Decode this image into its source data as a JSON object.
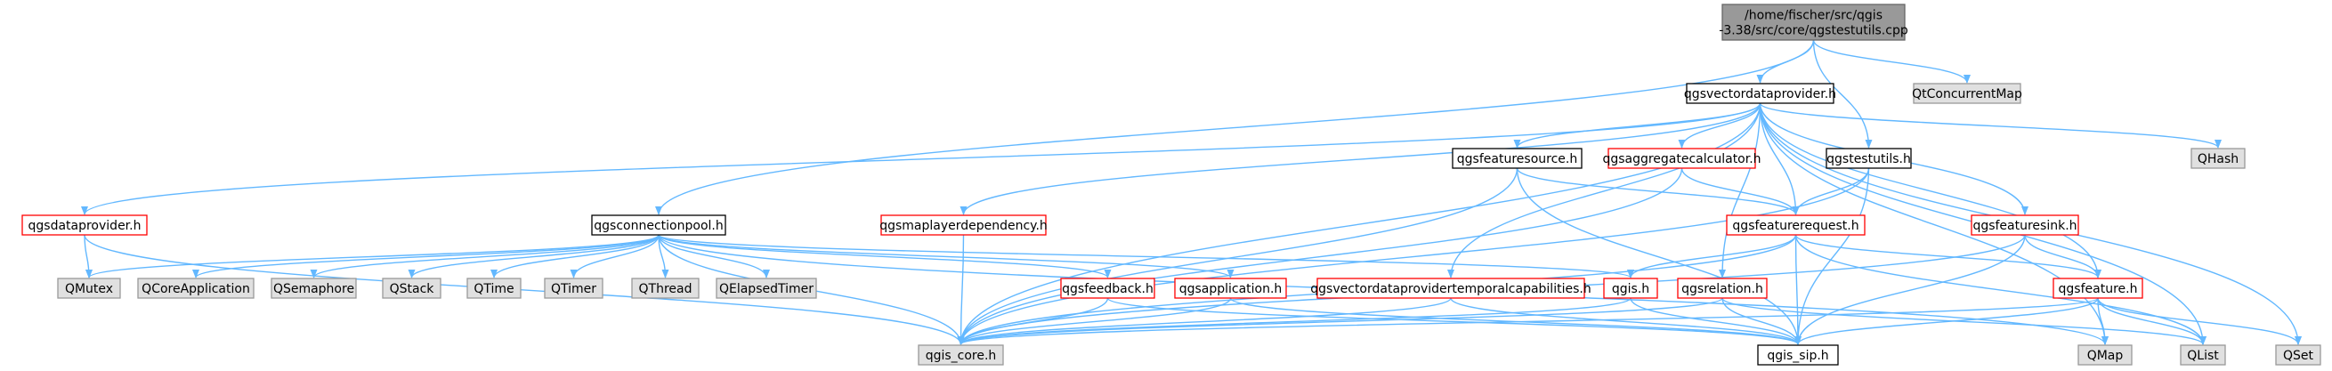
{
  "colors": {
    "edge": "#63b8ff",
    "root_fill": "#999999",
    "root_stroke": "#666666",
    "documented_fill": "#ffffff",
    "documented_stroke": "#000000",
    "incomplete_stroke": "#ff0000",
    "external_fill": "#e0e0e0",
    "external_stroke": "#999999"
  },
  "nodes": [
    {
      "id": "root",
      "lines": [
        "/home/fischer/src/qgis",
        "-3.38/src/core/qgstestutils.cpp"
      ],
      "kind": "root"
    },
    {
      "id": "qgsvectordataprovider",
      "lines": [
        "qgsvectordataprovider.h"
      ],
      "kind": "documented"
    },
    {
      "id": "qtconcurrentmap",
      "lines": [
        "QtConcurrentMap"
      ],
      "kind": "external"
    },
    {
      "id": "qgstestutils",
      "lines": [
        "qgstestutils.h"
      ],
      "kind": "documented"
    },
    {
      "id": "qgsfeaturesource",
      "lines": [
        "qgsfeaturesource.h"
      ],
      "kind": "documented"
    },
    {
      "id": "qgsaggregatecalculator",
      "lines": [
        "qgsaggregatecalculator.h"
      ],
      "kind": "incomplete"
    },
    {
      "id": "qhash",
      "lines": [
        "QHash"
      ],
      "kind": "external"
    },
    {
      "id": "qgsdataprovider",
      "lines": [
        "qgsdataprovider.h"
      ],
      "kind": "incomplete"
    },
    {
      "id": "qgsconnectionpool",
      "lines": [
        "qgsconnectionpool.h"
      ],
      "kind": "documented"
    },
    {
      "id": "qgsmaplayerdependency",
      "lines": [
        "qgsmaplayerdependency.h"
      ],
      "kind": "incomplete"
    },
    {
      "id": "qgsfeaturerequest",
      "lines": [
        "qgsfeaturerequest.h"
      ],
      "kind": "incomplete"
    },
    {
      "id": "qgsfeaturesink",
      "lines": [
        "qgsfeaturesink.h"
      ],
      "kind": "incomplete"
    },
    {
      "id": "qmutex",
      "lines": [
        "QMutex"
      ],
      "kind": "external"
    },
    {
      "id": "qcoreapplication",
      "lines": [
        "QCoreApplication"
      ],
      "kind": "external"
    },
    {
      "id": "qsemaphore",
      "lines": [
        "QSemaphore"
      ],
      "kind": "external"
    },
    {
      "id": "qstack",
      "lines": [
        "QStack"
      ],
      "kind": "external"
    },
    {
      "id": "qtime",
      "lines": [
        "QTime"
      ],
      "kind": "external"
    },
    {
      "id": "qtimer",
      "lines": [
        "QTimer"
      ],
      "kind": "external"
    },
    {
      "id": "qthread",
      "lines": [
        "QThread"
      ],
      "kind": "external"
    },
    {
      "id": "qelapsedtimer",
      "lines": [
        "QElapsedTimer"
      ],
      "kind": "external"
    },
    {
      "id": "qgsfeedback",
      "lines": [
        "qgsfeedback.h"
      ],
      "kind": "incomplete"
    },
    {
      "id": "qgsapplication",
      "lines": [
        "qgsapplication.h"
      ],
      "kind": "incomplete"
    },
    {
      "id": "qgsvectordataprovidertemporalcapabilities",
      "lines": [
        "qgsvectordataprovidertemporalcapabilities.h"
      ],
      "kind": "incomplete"
    },
    {
      "id": "qgis",
      "lines": [
        "qgis.h"
      ],
      "kind": "incomplete"
    },
    {
      "id": "qgsrelation",
      "lines": [
        "qgsrelation.h"
      ],
      "kind": "incomplete"
    },
    {
      "id": "qgsfeature",
      "lines": [
        "qgsfeature.h"
      ],
      "kind": "incomplete"
    },
    {
      "id": "qgis_core",
      "lines": [
        "qgis_core.h"
      ],
      "kind": "external"
    },
    {
      "id": "qgis_sip",
      "lines": [
        "qgis_sip.h"
      ],
      "kind": "documented"
    },
    {
      "id": "qmap",
      "lines": [
        "QMap"
      ],
      "kind": "external"
    },
    {
      "id": "qlist",
      "lines": [
        "QList"
      ],
      "kind": "external"
    },
    {
      "id": "qset",
      "lines": [
        "QSet"
      ],
      "kind": "external"
    }
  ],
  "edges": [
    [
      "root",
      "qgsvectordataprovider"
    ],
    [
      "root",
      "qtconcurrentmap"
    ],
    [
      "root",
      "qgstestutils"
    ],
    [
      "root",
      "qgsconnectionpool"
    ],
    [
      "qgsvectordataprovider",
      "qgis_core"
    ],
    [
      "qgsvectordataprovider",
      "qgsdataprovider"
    ],
    [
      "qgsvectordataprovider",
      "qgsfeaturesource"
    ],
    [
      "qgsvectordataprovider",
      "qgsaggregatecalculator"
    ],
    [
      "qgsvectordataprovider",
      "qgsmaplayerdependency"
    ],
    [
      "qgsvectordataprovider",
      "qgsfeaturerequest"
    ],
    [
      "qgsvectordataprovider",
      "qgsfeaturesink"
    ],
    [
      "qgsvectordataprovider",
      "qgsvectordataprovidertemporalcapabilities"
    ],
    [
      "qgsvectordataprovider",
      "qgsrelation"
    ],
    [
      "qgsvectordataprovider",
      "qgsfeature"
    ],
    [
      "qgsvectordataprovider",
      "qhash"
    ],
    [
      "qgsvectordataprovider",
      "qmap"
    ],
    [
      "qgsvectordataprovider",
      "qlist"
    ],
    [
      "qgsvectordataprovider",
      "qset"
    ],
    [
      "qgstestutils",
      "qgsfeaturerequest"
    ],
    [
      "qgstestutils",
      "qgis_sip"
    ],
    [
      "qgstestutils",
      "qgis_core"
    ],
    [
      "qgsfeaturesource",
      "qgsfeaturerequest"
    ],
    [
      "qgsfeaturesource",
      "qgis_sip"
    ],
    [
      "qgsfeaturesource",
      "qgis_core"
    ],
    [
      "qgsaggregatecalculator",
      "qgsfeaturerequest"
    ],
    [
      "qgsaggregatecalculator",
      "qgis_core"
    ],
    [
      "qgsdataprovider",
      "qgis_core"
    ],
    [
      "qgsdataprovider",
      "qmutex"
    ],
    [
      "qgsconnectionpool",
      "qgis_core"
    ],
    [
      "qgsconnectionpool",
      "qmutex"
    ],
    [
      "qgsconnectionpool",
      "qcoreapplication"
    ],
    [
      "qgsconnectionpool",
      "qsemaphore"
    ],
    [
      "qgsconnectionpool",
      "qstack"
    ],
    [
      "qgsconnectionpool",
      "qtime"
    ],
    [
      "qgsconnectionpool",
      "qtimer"
    ],
    [
      "qgsconnectionpool",
      "qthread"
    ],
    [
      "qgsconnectionpool",
      "qelapsedtimer"
    ],
    [
      "qgsconnectionpool",
      "qgsfeedback"
    ],
    [
      "qgsconnectionpool",
      "qgsapplication"
    ],
    [
      "qgsconnectionpool",
      "qgis"
    ],
    [
      "qgsconnectionpool",
      "qmap"
    ],
    [
      "qgsmaplayerdependency",
      "qgis_core"
    ],
    [
      "qgsfeaturerequest",
      "qgis_core"
    ],
    [
      "qgsfeaturerequest",
      "qgis_sip"
    ],
    [
      "qgsfeaturerequest",
      "qgis"
    ],
    [
      "qgsfeaturerequest",
      "qgsfeature"
    ],
    [
      "qgsfeaturerequest",
      "qlist"
    ],
    [
      "qgsfeaturesink",
      "qgsfeature"
    ],
    [
      "qgsfeaturesink",
      "qgis_sip"
    ],
    [
      "qgsfeaturesink",
      "qgis_core"
    ],
    [
      "qgsfeedback",
      "qgis_core"
    ],
    [
      "qgsfeedback",
      "qgis_sip"
    ],
    [
      "qgsapplication",
      "qgis_core"
    ],
    [
      "qgsapplication",
      "qgis_sip"
    ],
    [
      "qgsvectordataprovidertemporalcapabilities",
      "qgis_core"
    ],
    [
      "qgsvectordataprovidertemporalcapabilities",
      "qgis_sip"
    ],
    [
      "qgis",
      "qgis_core"
    ],
    [
      "qgis",
      "qgis_sip"
    ],
    [
      "qgsrelation",
      "qgis_core"
    ],
    [
      "qgsrelation",
      "qgis_sip"
    ],
    [
      "qgsrelation",
      "qlist"
    ],
    [
      "qgsfeature",
      "qgis_core"
    ],
    [
      "qgsfeature",
      "qgis_sip"
    ],
    [
      "qgsfeature",
      "qmap"
    ],
    [
      "qgsfeature",
      "qlist"
    ],
    [
      "qgsfeature",
      "qset"
    ]
  ]
}
